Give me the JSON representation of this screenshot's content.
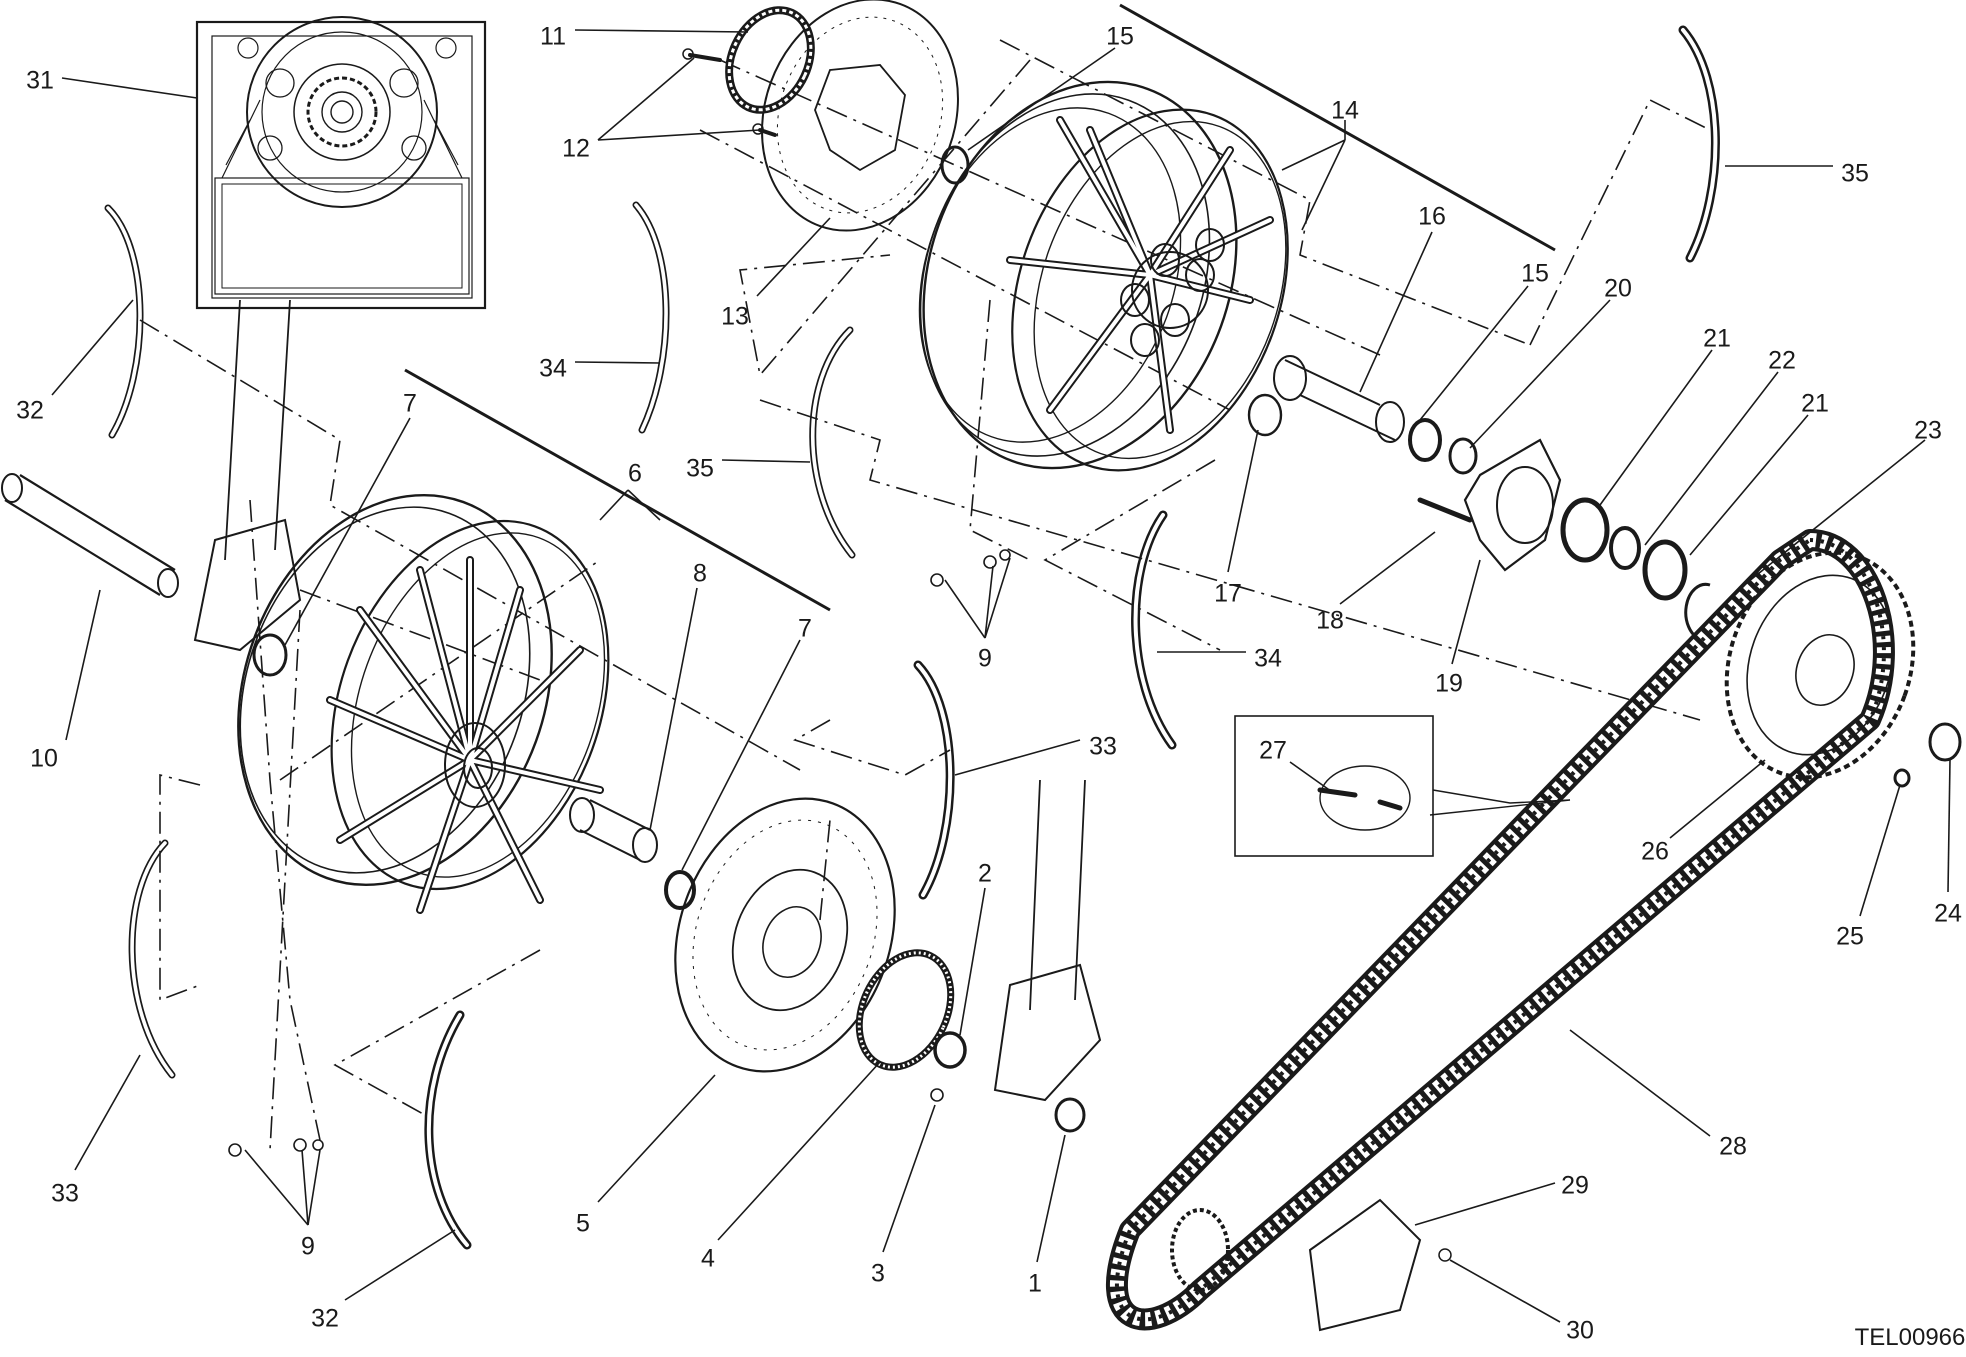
{
  "diagram": {
    "drawing_code": "TEL00966",
    "callouts": [
      {
        "id": "c31a",
        "text": "31"
      },
      {
        "id": "c32a",
        "text": "32"
      },
      {
        "id": "c11",
        "text": "11"
      },
      {
        "id": "c12",
        "text": "12"
      },
      {
        "id": "c13",
        "text": "13"
      },
      {
        "id": "c34a",
        "text": "34"
      },
      {
        "id": "c15a",
        "text": "15"
      },
      {
        "id": "c14",
        "text": "14"
      },
      {
        "id": "c16",
        "text": "16"
      },
      {
        "id": "c15b",
        "text": "15"
      },
      {
        "id": "c20",
        "text": "20"
      },
      {
        "id": "c35a",
        "text": "35"
      },
      {
        "id": "c21a",
        "text": "21"
      },
      {
        "id": "c22",
        "text": "22"
      },
      {
        "id": "c21b",
        "text": "21"
      },
      {
        "id": "c23",
        "text": "23"
      },
      {
        "id": "c35b",
        "text": "35"
      },
      {
        "id": "c7a",
        "text": "7"
      },
      {
        "id": "c6",
        "text": "6"
      },
      {
        "id": "c8",
        "text": "8"
      },
      {
        "id": "c7b",
        "text": "7"
      },
      {
        "id": "c17",
        "text": "17"
      },
      {
        "id": "c18",
        "text": "18"
      },
      {
        "id": "c19",
        "text": "19"
      },
      {
        "id": "c9a",
        "text": "9"
      },
      {
        "id": "c34b",
        "text": "34"
      },
      {
        "id": "c10",
        "text": "10"
      },
      {
        "id": "c33a",
        "text": "33"
      },
      {
        "id": "c27",
        "text": "27"
      },
      {
        "id": "c26",
        "text": "26"
      },
      {
        "id": "c24",
        "text": "24"
      },
      {
        "id": "c25",
        "text": "25"
      },
      {
        "id": "c2",
        "text": "2"
      },
      {
        "id": "c33b",
        "text": "33"
      },
      {
        "id": "c28",
        "text": "28"
      },
      {
        "id": "c29",
        "text": "29"
      },
      {
        "id": "c30",
        "text": "30"
      },
      {
        "id": "c9b",
        "text": "9"
      },
      {
        "id": "c5",
        "text": "5"
      },
      {
        "id": "c4",
        "text": "4"
      },
      {
        "id": "c3",
        "text": "3"
      },
      {
        "id": "c1",
        "text": "1"
      },
      {
        "id": "c32b",
        "text": "32"
      }
    ]
  }
}
